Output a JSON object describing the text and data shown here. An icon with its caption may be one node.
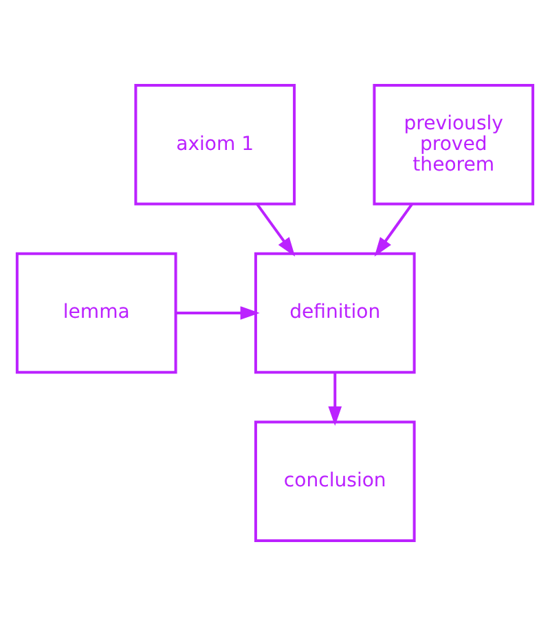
{
  "diagram": {
    "nodes": [
      {
        "text": [
          "axiom 1"
        ]
      },
      {
        "text": [
          "previously proved theorem"
        ]
      },
      {
        "text": [
          "definition"
        ]
      },
      {
        "text": [
          "lemma"
        ]
      },
      {
        "text": [
          "conclusion"
        ]
      }
    ],
    "edges": [
      {
        "from": 0,
        "to": 2,
        "arrow": "to"
      },
      {
        "from": 1,
        "to": 2,
        "arrow": "to"
      },
      {
        "from": 3,
        "to": 2,
        "arrow": "to"
      },
      {
        "from": 2,
        "to": 4,
        "arrow": "to"
      }
    ]
  }
}
